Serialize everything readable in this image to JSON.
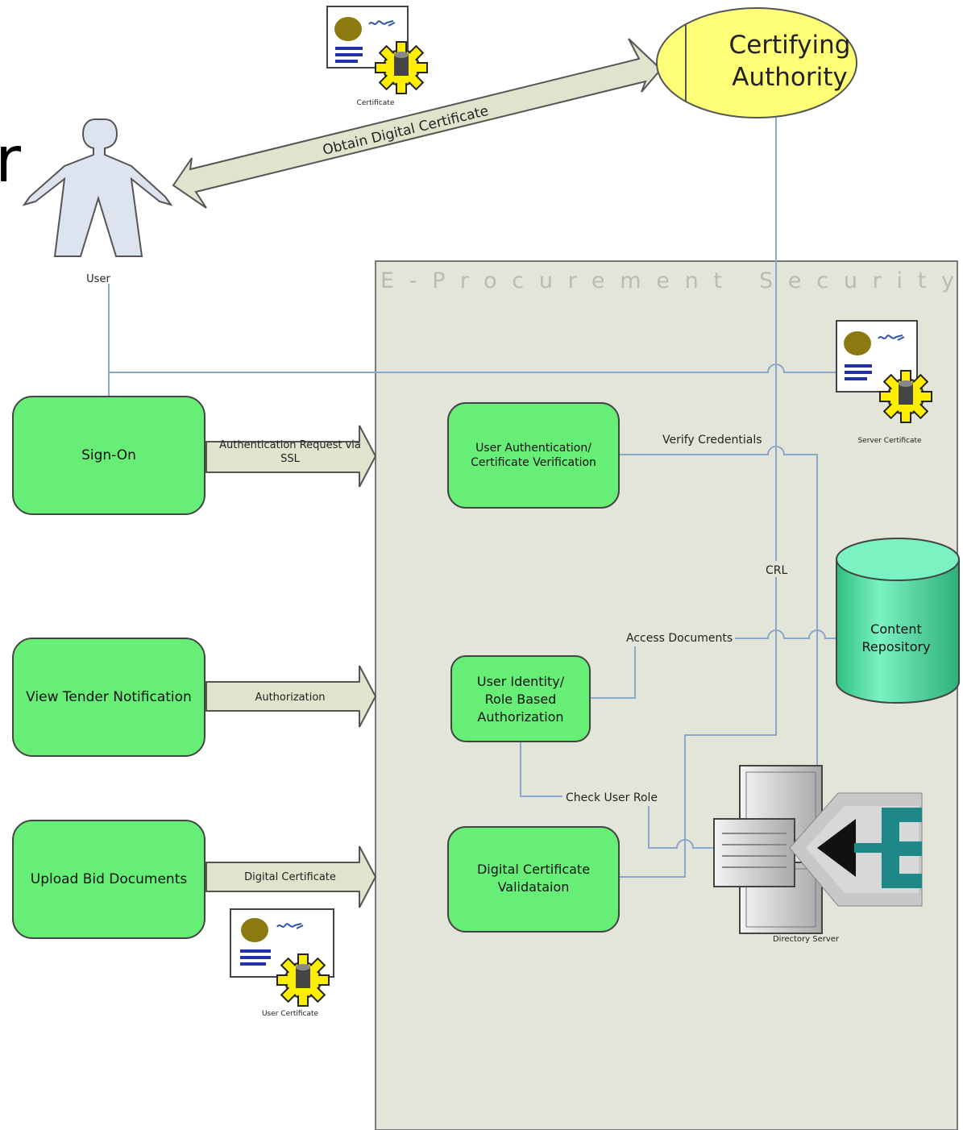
{
  "diagram": {
    "section_title": "E-Procurement Security",
    "stray_letter": "r",
    "nodes": {
      "certifying_authority": {
        "line1": "Certifying",
        "line2": "Authority"
      },
      "user": {
        "label": "User"
      },
      "sign_on": {
        "label": "Sign-On"
      },
      "view_tender": {
        "label": "View Tender Notification"
      },
      "upload_bid": {
        "label": "Upload Bid Documents"
      },
      "user_auth": {
        "line1": "User Authentication/",
        "line2": "Certificate Verification"
      },
      "role_auth": {
        "line1": "User Identity/",
        "line2": "Role Based",
        "line3": "Authorization"
      },
      "cert_validation": {
        "line1": "Digital Certificate",
        "line2": "Validataion"
      },
      "content_repo": {
        "line1": "Content",
        "line2": "Repository"
      },
      "directory_server": {
        "label": "Directory Server"
      }
    },
    "certificates": {
      "top": {
        "label": "Certificate"
      },
      "server": {
        "label": "Server Certificate"
      },
      "user": {
        "label": "User Certificate"
      }
    },
    "arrows": {
      "obtain_cert": {
        "label": "Obtain Digital Certificate"
      },
      "auth_request": {
        "line1": "Authentication Request via",
        "line2": "SSL"
      },
      "authorization": {
        "label": "Authorization"
      },
      "digital_certificate": {
        "label": "Digital Certificate"
      }
    },
    "connector_labels": {
      "verify_credentials": "Verify Credentials",
      "crl": "CRL",
      "access_documents": "Access Documents",
      "check_user_role": "Check User Role"
    },
    "colors": {
      "process_box": "#66ee77",
      "ca_ellipse": "#ffff77",
      "region_bg": "#e3e5d9",
      "arrow_fill": "#dfe4cc",
      "connector": "#8aa7cc",
      "cylinder": "#55e8a8",
      "gear": "#ffee00",
      "seal": "#8a7a10",
      "server_teal": "#1e8888"
    }
  }
}
